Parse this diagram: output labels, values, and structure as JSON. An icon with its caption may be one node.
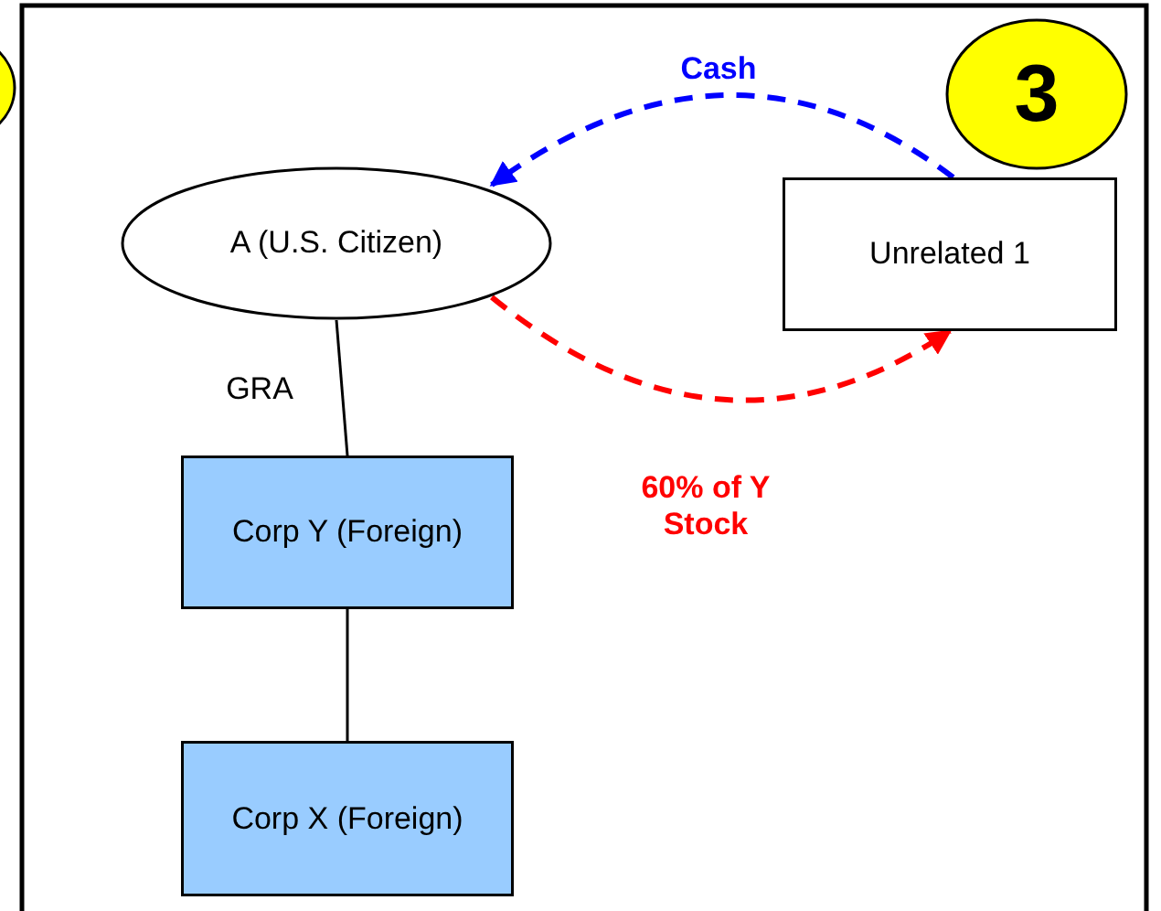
{
  "diagram": {
    "nodes": [
      {
        "text": [
          "A (U.S. Citizen)"
        ]
      },
      {
        "text": [
          "3"
        ]
      },
      {
        "text": [
          "Unrelated 1"
        ]
      },
      {
        "text": [
          "Corp Y (Foreign)"
        ]
      },
      {
        "text": [
          "Corp X (Foreign)"
        ]
      }
    ],
    "edges": [
      {
        "from": 2,
        "to": 0,
        "arrow": "to",
        "label": "Cash",
        "style": "dashed",
        "color": "#0000ff"
      },
      {
        "from": 0,
        "to": 2,
        "arrow": "to",
        "label": "60% of Y Stock",
        "style": "dashed",
        "color": "#ff0000"
      },
      {
        "from": 0,
        "to": 3,
        "arrow": "none"
      },
      {
        "from": 3,
        "to": 4,
        "arrow": "none"
      }
    ],
    "labels": [
      "GRA"
    ]
  }
}
